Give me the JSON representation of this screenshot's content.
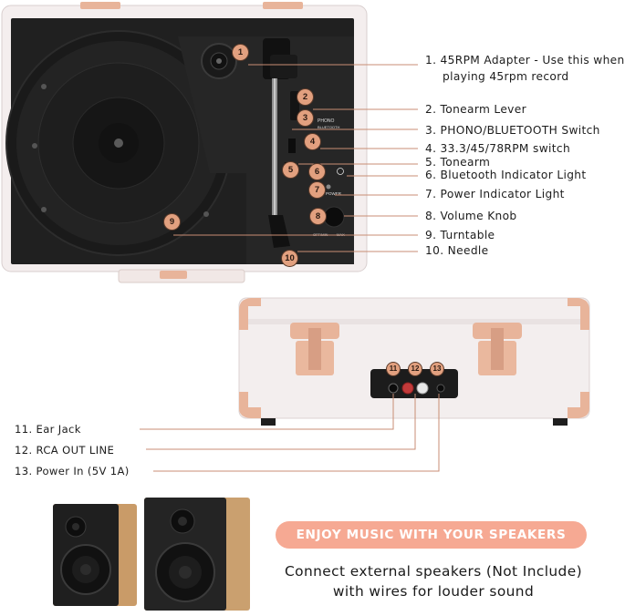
{
  "labels": [
    {
      "text": "1. 45RPM Adapter - Use this when"
    },
    {
      "text": "playing 45rpm record"
    },
    {
      "text": "2. Tonearm Lever"
    },
    {
      "text": "3. PHONO/BLUETOOTH Switch"
    },
    {
      "text": "4. 33.3/45/78RPM switch"
    },
    {
      "text": "5. Tonearm"
    },
    {
      "text": "6. Bluetooth Indicator Light"
    },
    {
      "text": "7. Power Indicator Light"
    },
    {
      "text": "8. Volume Knob"
    },
    {
      "text": "9. Turntable"
    },
    {
      "text": "10. Needle"
    }
  ],
  "back_labels": [
    {
      "text": "11. Ear Jack"
    },
    {
      "text": "12. RCA OUT LINE"
    },
    {
      "text": "13. Power In (5V 1A)"
    }
  ],
  "markers": [
    "1",
    "2",
    "3",
    "4",
    "5",
    "6",
    "7",
    "8",
    "9",
    "10",
    "11",
    "12",
    "13"
  ],
  "panel_text": {
    "phono": "PHONO",
    "bluetooth": "BLUETOOTH",
    "power": "POWER",
    "off_min": "OFF/MIN",
    "max": "MAX"
  },
  "banner": "ENJOY MUSIC WITH YOUR SPEAKERS",
  "caption_line1": "Connect external speakers (Not Include)",
  "caption_line2": "with wires for louder sound",
  "colors": {
    "accent": "#f6a993",
    "marker": "#e2a07f",
    "leader_line": "#c98d74",
    "case_white": "#f3eeee",
    "rose_gold": "#e8b49a",
    "deck_black": "#1c1c1c"
  }
}
